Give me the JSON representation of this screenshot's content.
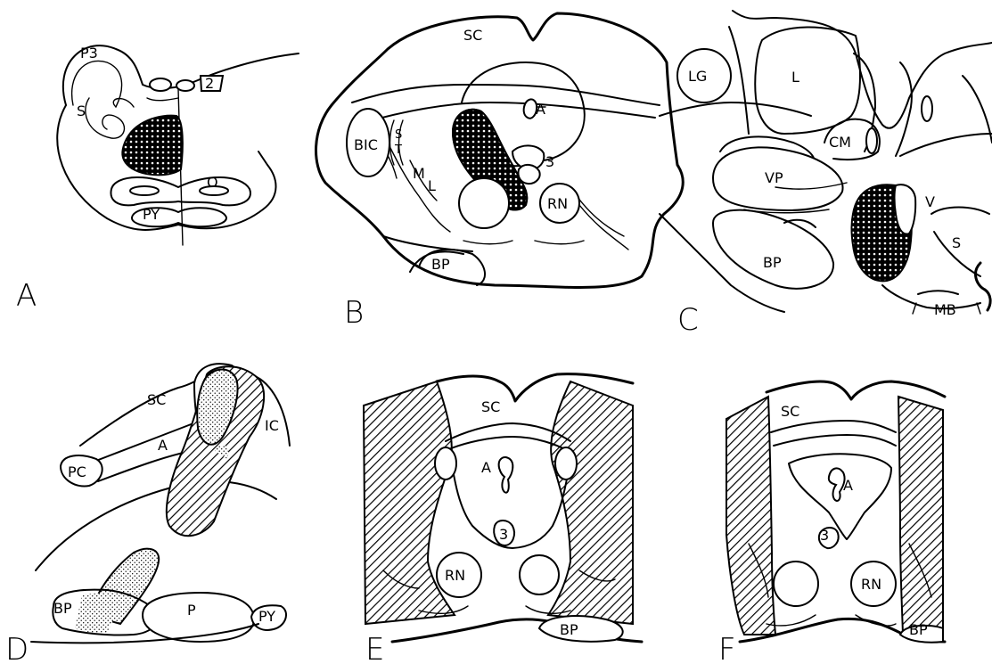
{
  "panels": {
    "A": {
      "letter": "A",
      "labels": {
        "p3": "P3",
        "s": "S",
        "two": "2",
        "o": "O",
        "py": "PY"
      }
    },
    "B": {
      "letter": "B",
      "labels": {
        "sc": "SC",
        "a": "A",
        "bic": "BIC",
        "s": "S",
        "t": "T",
        "m": "M",
        "l": "L",
        "three": "3",
        "rn": "RN",
        "bp": "BP"
      }
    },
    "C": {
      "letter": "C",
      "labels": {
        "lg": "LG",
        "l": "L",
        "cm": "CM",
        "vp": "VP",
        "v": "V",
        "s": "S",
        "bp": "BP",
        "mb": "MB"
      }
    },
    "D": {
      "letter": "D",
      "labels": {
        "sc": "SC",
        "ic": "IC",
        "a": "A",
        "pc": "PC",
        "bp": "BP",
        "p": "P",
        "py": "PY"
      }
    },
    "E": {
      "letter": "E",
      "labels": {
        "sc": "SC",
        "a": "A",
        "three": "3",
        "rn": "RN",
        "bp": "BP"
      }
    },
    "F": {
      "letter": "F",
      "labels": {
        "sc": "SC",
        "a": "A",
        "three": "3",
        "rn": "RN",
        "bp": "BP"
      }
    }
  }
}
